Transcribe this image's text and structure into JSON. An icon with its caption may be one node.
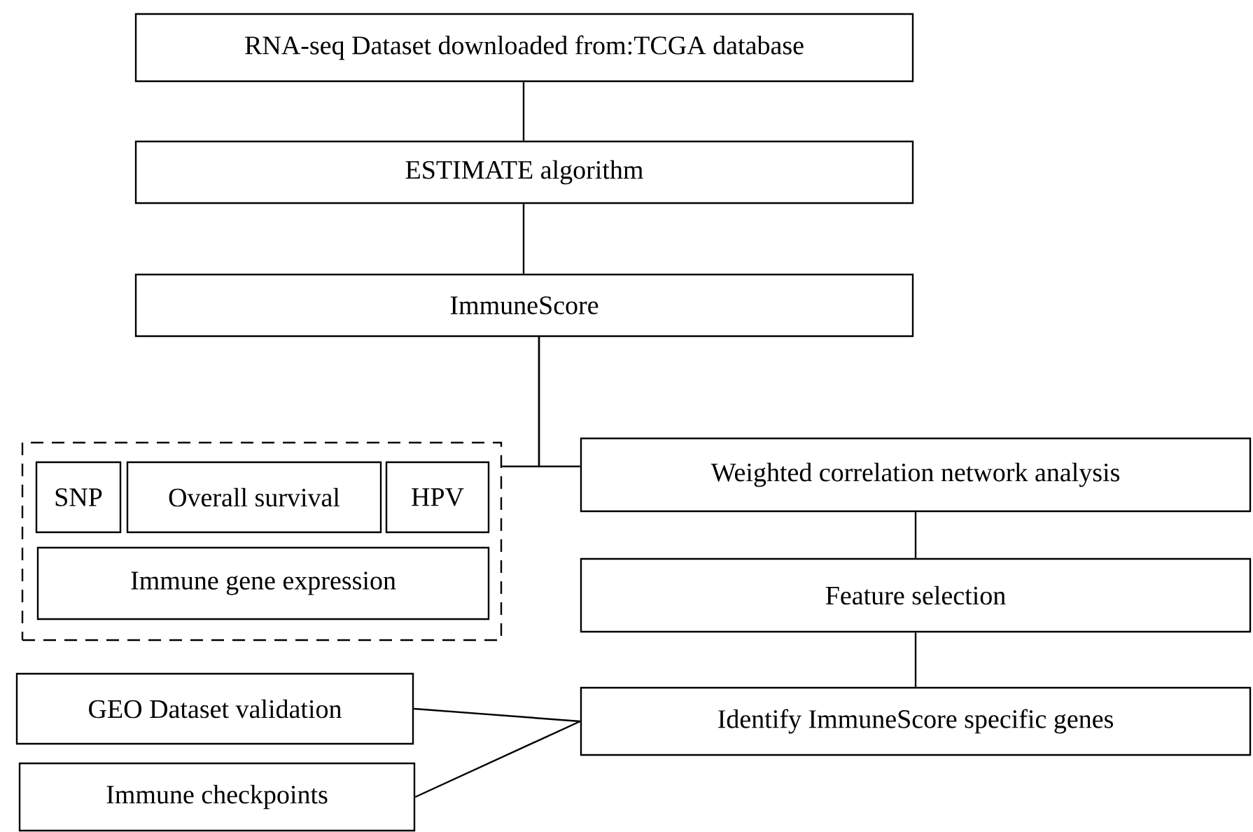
{
  "diagram": {
    "nodes": [
      {
        "text": [
          "RNA-seq Dataset downloaded from:TCGA database"
        ]
      },
      {
        "text": [
          "ESTIMATE algorithm"
        ]
      },
      {
        "text": [
          "ImmuneScore"
        ]
      },
      {
        "text": [],
        "shape": "box"
      },
      {
        "text": [
          "SNP"
        ],
        "in": 3
      },
      {
        "text": [
          "Overall survival"
        ],
        "in": 3
      },
      {
        "text": [
          "HPV"
        ],
        "in": 3
      },
      {
        "text": [
          "Immune gene expression"
        ],
        "in": 3
      },
      {
        "text": [
          "Weighted correlation network analysis"
        ]
      },
      {
        "text": [
          "Feature selection"
        ]
      },
      {
        "text": [
          "Identify  ImmuneScore specific genes"
        ]
      },
      {
        "text": [
          "GEO Dataset validation"
        ]
      },
      {
        "text": [
          "Immune checkpoints"
        ]
      }
    ],
    "edges": [
      {
        "from": 0,
        "to": 1,
        "arrow": "none"
      },
      {
        "from": 1,
        "to": 2,
        "arrow": "none"
      },
      {
        "from": 2,
        "to": 3,
        "arrow": "none"
      },
      {
        "from": 2,
        "to": 8,
        "arrow": "none"
      },
      {
        "from": 8,
        "to": 9,
        "arrow": "none"
      },
      {
        "from": 9,
        "to": 10,
        "arrow": "none"
      },
      {
        "from": 11,
        "to": 10,
        "arrow": "none"
      },
      {
        "from": 12,
        "to": 10,
        "arrow": "none"
      }
    ]
  }
}
